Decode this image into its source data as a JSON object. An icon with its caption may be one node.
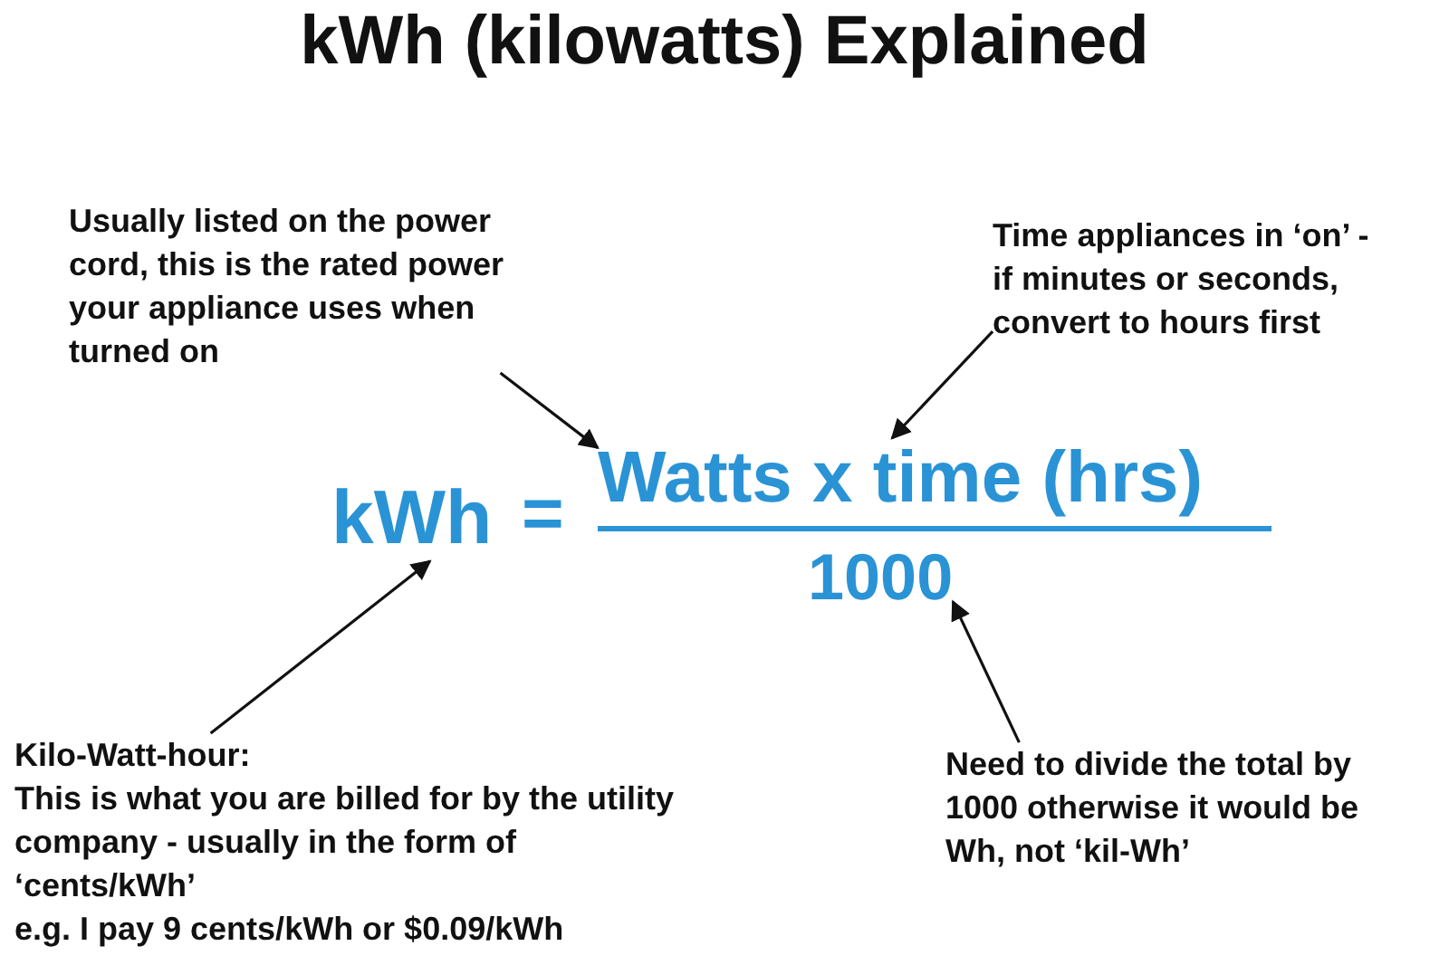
{
  "diagram": {
    "title": "kWh (kilowatts) Explained",
    "nodes": [
      {
        "text": [
          "Usually listed on the power cord, this is the rated power your appliance uses when turned on"
        ]
      },
      {
        "text": [
          "Time appliances in ‘on’ - if minutes or seconds, convert to hours first"
        ]
      },
      {
        "text": [
          "kWh"
        ]
      },
      {
        "text": [
          "Watts x time (hrs)"
        ]
      },
      {
        "text": [
          "1000"
        ]
      },
      {
        "text": [
          "Kilo-Watt-hour:",
          "This is what you are billed for by the utility company - usually in the form of ‘cents/kWh’",
          "e.g. I pay 9 cents/kWh or $0.09/kWh"
        ]
      },
      {
        "text": [
          "Need to divide the total by 1000 otherwise it would be Wh, not ‘kil-Wh’"
        ]
      }
    ],
    "edges": [
      {
        "from": 0,
        "to": 3,
        "arrow": "to"
      },
      {
        "from": 1,
        "to": 3,
        "arrow": "to"
      },
      {
        "from": 5,
        "to": 2,
        "arrow": "to"
      },
      {
        "from": 6,
        "to": 4,
        "arrow": "to"
      }
    ],
    "labels": [
      "="
    ]
  }
}
